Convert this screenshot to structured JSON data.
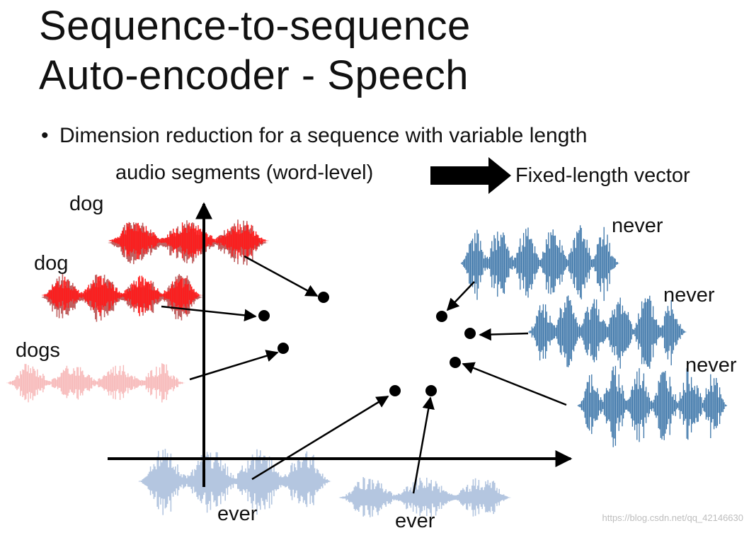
{
  "slide": {
    "title_line1": "Sequence-to-sequence",
    "title_line2": "Auto-encoder - Speech",
    "bullet": "Dimension reduction for a sequence with variable length",
    "segments_label": "audio segments (word-level)",
    "vector_label": "Fixed-length vector"
  },
  "words": {
    "dog_1": "dog",
    "dog_2": "dog",
    "dogs": "dogs",
    "never_1": "never",
    "never_2": "never",
    "never_3": "never",
    "ever_1": "ever",
    "ever_2": "ever"
  },
  "watermark": "https://blog.csdn.net/qq_42146630",
  "colors": {
    "dog": "#ff1a1a",
    "dog_shadow": "#c06060",
    "dogs": "#f7b8b8",
    "never": "#3a74a8",
    "ever": "#b4c6e0",
    "ink": "#000000"
  }
}
